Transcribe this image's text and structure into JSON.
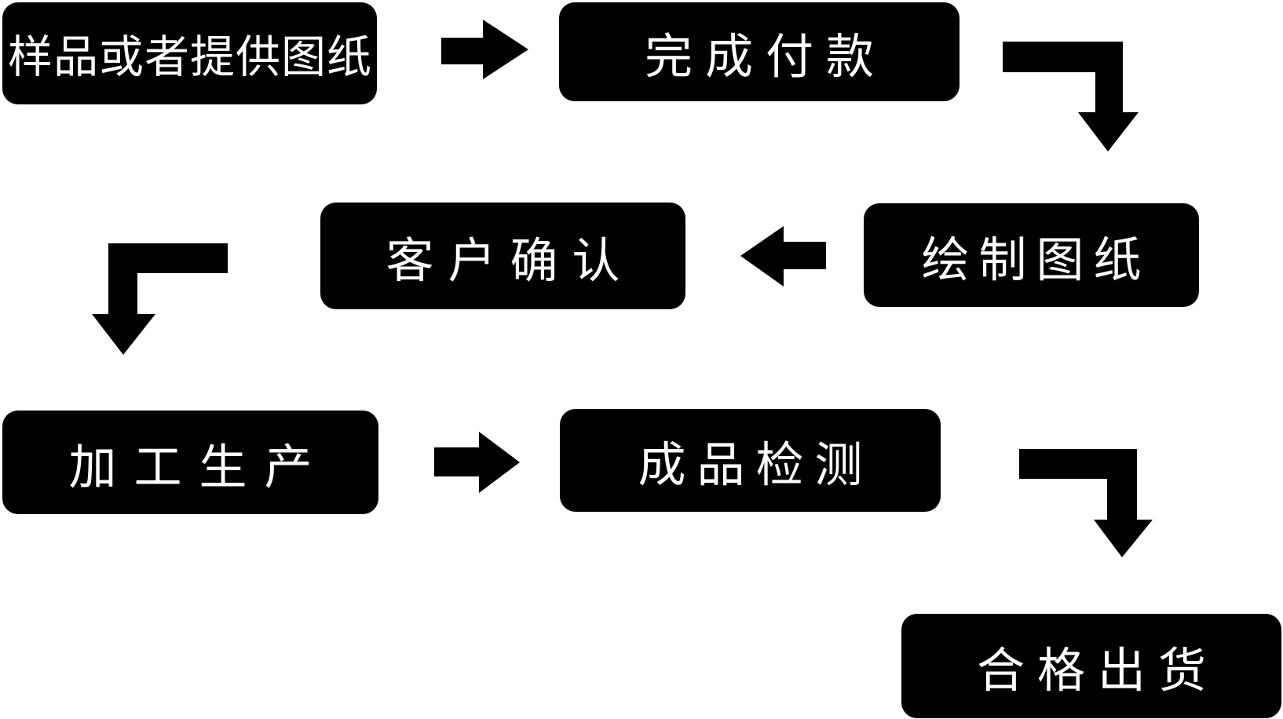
{
  "diagram": {
    "type": "flowchart",
    "language": "zh-CN",
    "colors": {
      "background": "#ffffff",
      "node_fill": "#000000",
      "node_text": "#ffffff",
      "arrow_fill": "#000000"
    },
    "nodes": [
      {
        "id": "sample",
        "label": "样品或者提供图纸"
      },
      {
        "id": "payment",
        "label": "完成付款"
      },
      {
        "id": "draw",
        "label": "绘制图纸"
      },
      {
        "id": "confirm",
        "label": "客户确认"
      },
      {
        "id": "produce",
        "label": "加工生产"
      },
      {
        "id": "inspect",
        "label": "成品检测"
      },
      {
        "id": "ship",
        "label": "合格出货"
      }
    ],
    "edges": [
      {
        "from": "sample",
        "to": "payment",
        "shape": "straight",
        "direction": "right"
      },
      {
        "from": "payment",
        "to": "draw",
        "shape": "elbow",
        "direction": "right-then-down"
      },
      {
        "from": "draw",
        "to": "confirm",
        "shape": "straight",
        "direction": "left"
      },
      {
        "from": "confirm",
        "to": "produce",
        "shape": "elbow",
        "direction": "left-then-down"
      },
      {
        "from": "produce",
        "to": "inspect",
        "shape": "straight",
        "direction": "right"
      },
      {
        "from": "inspect",
        "to": "ship",
        "shape": "elbow",
        "direction": "right-then-down"
      }
    ]
  }
}
